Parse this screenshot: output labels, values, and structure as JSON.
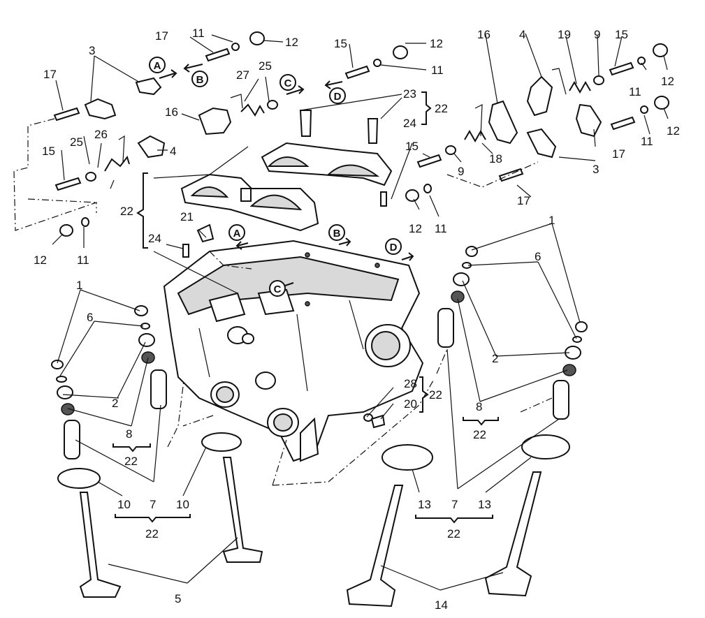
{
  "callouts": [
    {
      "id": "c1",
      "text": "17"
    },
    {
      "id": "c2",
      "text": "11"
    },
    {
      "id": "c3",
      "text": "12"
    },
    {
      "id": "c4",
      "text": "15"
    },
    {
      "id": "c5",
      "text": "12"
    },
    {
      "id": "c6",
      "text": "11"
    },
    {
      "id": "c7",
      "text": "16"
    },
    {
      "id": "c8",
      "text": "4"
    },
    {
      "id": "c9",
      "text": "19"
    },
    {
      "id": "c10",
      "text": "9"
    },
    {
      "id": "c11",
      "text": "15"
    },
    {
      "id": "c12",
      "text": "3"
    },
    {
      "id": "c13",
      "text": "17"
    },
    {
      "id": "c14",
      "text": "27"
    },
    {
      "id": "c15",
      "text": "25"
    },
    {
      "id": "c16",
      "text": "23"
    },
    {
      "id": "c17",
      "text": "22"
    },
    {
      "id": "c18",
      "text": "12"
    },
    {
      "id": "c19",
      "text": "11"
    },
    {
      "id": "c20",
      "text": "12"
    },
    {
      "id": "c21",
      "text": "16"
    },
    {
      "id": "c22",
      "text": "24"
    },
    {
      "id": "c23",
      "text": "11"
    },
    {
      "id": "c24",
      "text": "17"
    },
    {
      "id": "c25",
      "text": "25"
    },
    {
      "id": "c26",
      "text": "26"
    },
    {
      "id": "c27",
      "text": "4"
    },
    {
      "id": "c28",
      "text": "15"
    },
    {
      "id": "c29",
      "text": "15"
    },
    {
      "id": "c30",
      "text": "9"
    },
    {
      "id": "c31",
      "text": "18"
    },
    {
      "id": "c32",
      "text": "3"
    },
    {
      "id": "c33",
      "text": "22"
    },
    {
      "id": "c34",
      "text": "21"
    },
    {
      "id": "c35",
      "text": "17"
    },
    {
      "id": "c36",
      "text": "12"
    },
    {
      "id": "c37",
      "text": "11"
    },
    {
      "id": "c38",
      "text": "12"
    },
    {
      "id": "c39",
      "text": "11"
    },
    {
      "id": "c40",
      "text": "24"
    },
    {
      "id": "c41",
      "text": "1"
    },
    {
      "id": "c42",
      "text": "6"
    },
    {
      "id": "c43",
      "text": "1"
    },
    {
      "id": "c44",
      "text": "6"
    },
    {
      "id": "c45",
      "text": "2"
    },
    {
      "id": "c46",
      "text": "2"
    },
    {
      "id": "c47",
      "text": "8"
    },
    {
      "id": "c48",
      "text": "22"
    },
    {
      "id": "c49",
      "text": "28"
    },
    {
      "id": "c50",
      "text": "22"
    },
    {
      "id": "c51",
      "text": "20"
    },
    {
      "id": "c52",
      "text": "8"
    },
    {
      "id": "c53",
      "text": "22"
    },
    {
      "id": "c54",
      "text": "10"
    },
    {
      "id": "c55",
      "text": "7"
    },
    {
      "id": "c56",
      "text": "10"
    },
    {
      "id": "c57",
      "text": "22"
    },
    {
      "id": "c58",
      "text": "13"
    },
    {
      "id": "c59",
      "text": "7"
    },
    {
      "id": "c60",
      "text": "13"
    },
    {
      "id": "c61",
      "text": "22"
    },
    {
      "id": "c62",
      "text": "5"
    },
    {
      "id": "c63",
      "text": "14"
    }
  ],
  "circled_letters": [
    {
      "id": "a1",
      "text": "A"
    },
    {
      "id": "b1",
      "text": "B"
    },
    {
      "id": "c1",
      "text": "C"
    },
    {
      "id": "d1",
      "text": "D"
    },
    {
      "id": "a2",
      "text": "A"
    },
    {
      "id": "b2",
      "text": "B"
    },
    {
      "id": "c2",
      "text": "C"
    },
    {
      "id": "d2",
      "text": "D"
    }
  ]
}
